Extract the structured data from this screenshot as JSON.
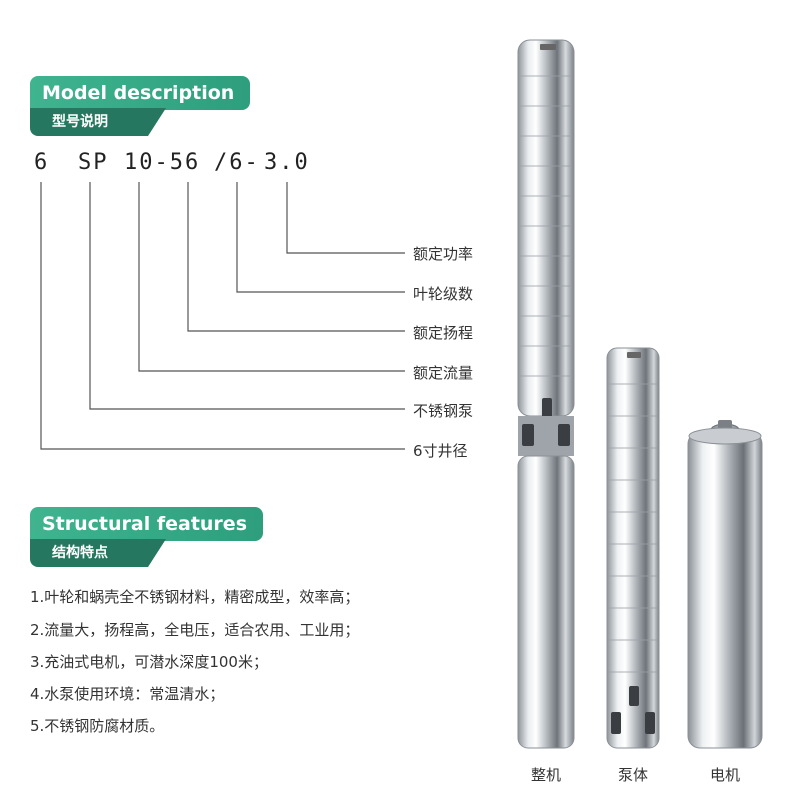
{
  "model_section": {
    "title": "Model description",
    "subtitle": "型号说明",
    "code_parts": [
      "6",
      "SP",
      "10-56",
      "/6-",
      "3.0"
    ],
    "legend": [
      "额定功率",
      "叶轮级数",
      "额定扬程",
      "额定流量",
      "不锈钢泵",
      "6寸井径"
    ]
  },
  "features_section": {
    "title": "Structural features",
    "subtitle": "结构特点",
    "items": [
      "1.叶轮和蜗壳全不锈钢材料，精密成型，效率高；",
      "2.流量大，扬程高，全电压，适合农用、工业用；",
      "3.充油式电机，可潜水深度100米；",
      "4.水泵使用环境：常温清水；",
      "5.不锈钢防腐材质。"
    ]
  },
  "products": {
    "complete_label": "整机",
    "pump_label": "泵体",
    "motor_label": "电机"
  },
  "colors": {
    "accent_green": "#3fb48f",
    "dark_green": "#25785f",
    "steel": "#c8ccd0"
  }
}
